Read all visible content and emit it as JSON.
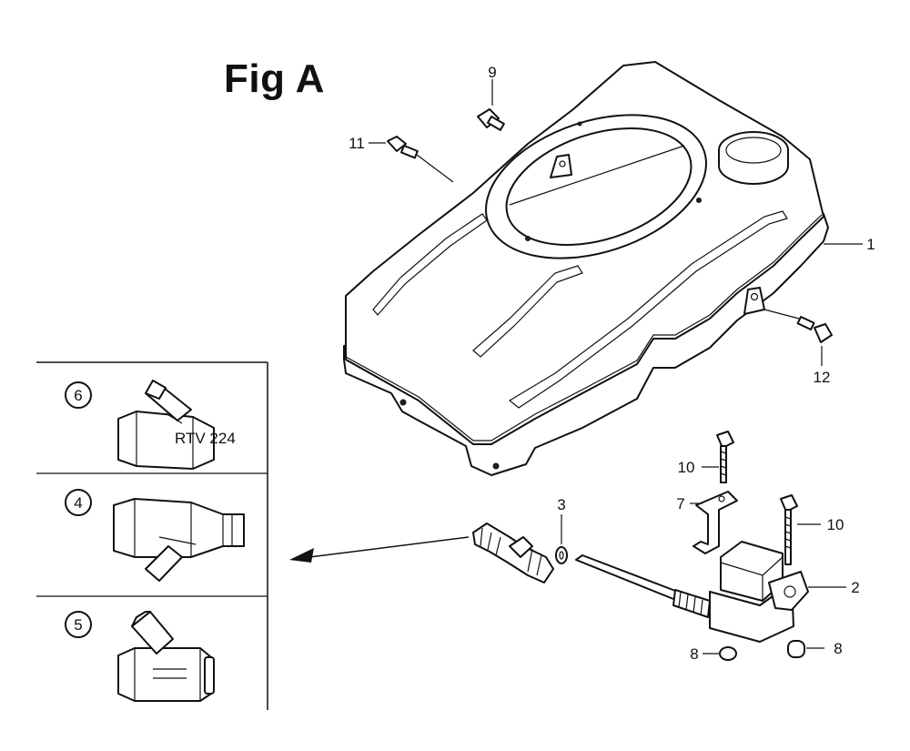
{
  "figure": {
    "title": "Fig A"
  },
  "callouts": {
    "c1": "1",
    "c2": "2",
    "c3": "3",
    "c7": "7",
    "c8a": "8",
    "c8b": "8",
    "c9": "9",
    "c10a": "10",
    "c10b": "10",
    "c11": "11",
    "c12": "12"
  },
  "inset": {
    "variants": [
      "6",
      "4",
      "5"
    ],
    "label_top": "RTV 224"
  }
}
